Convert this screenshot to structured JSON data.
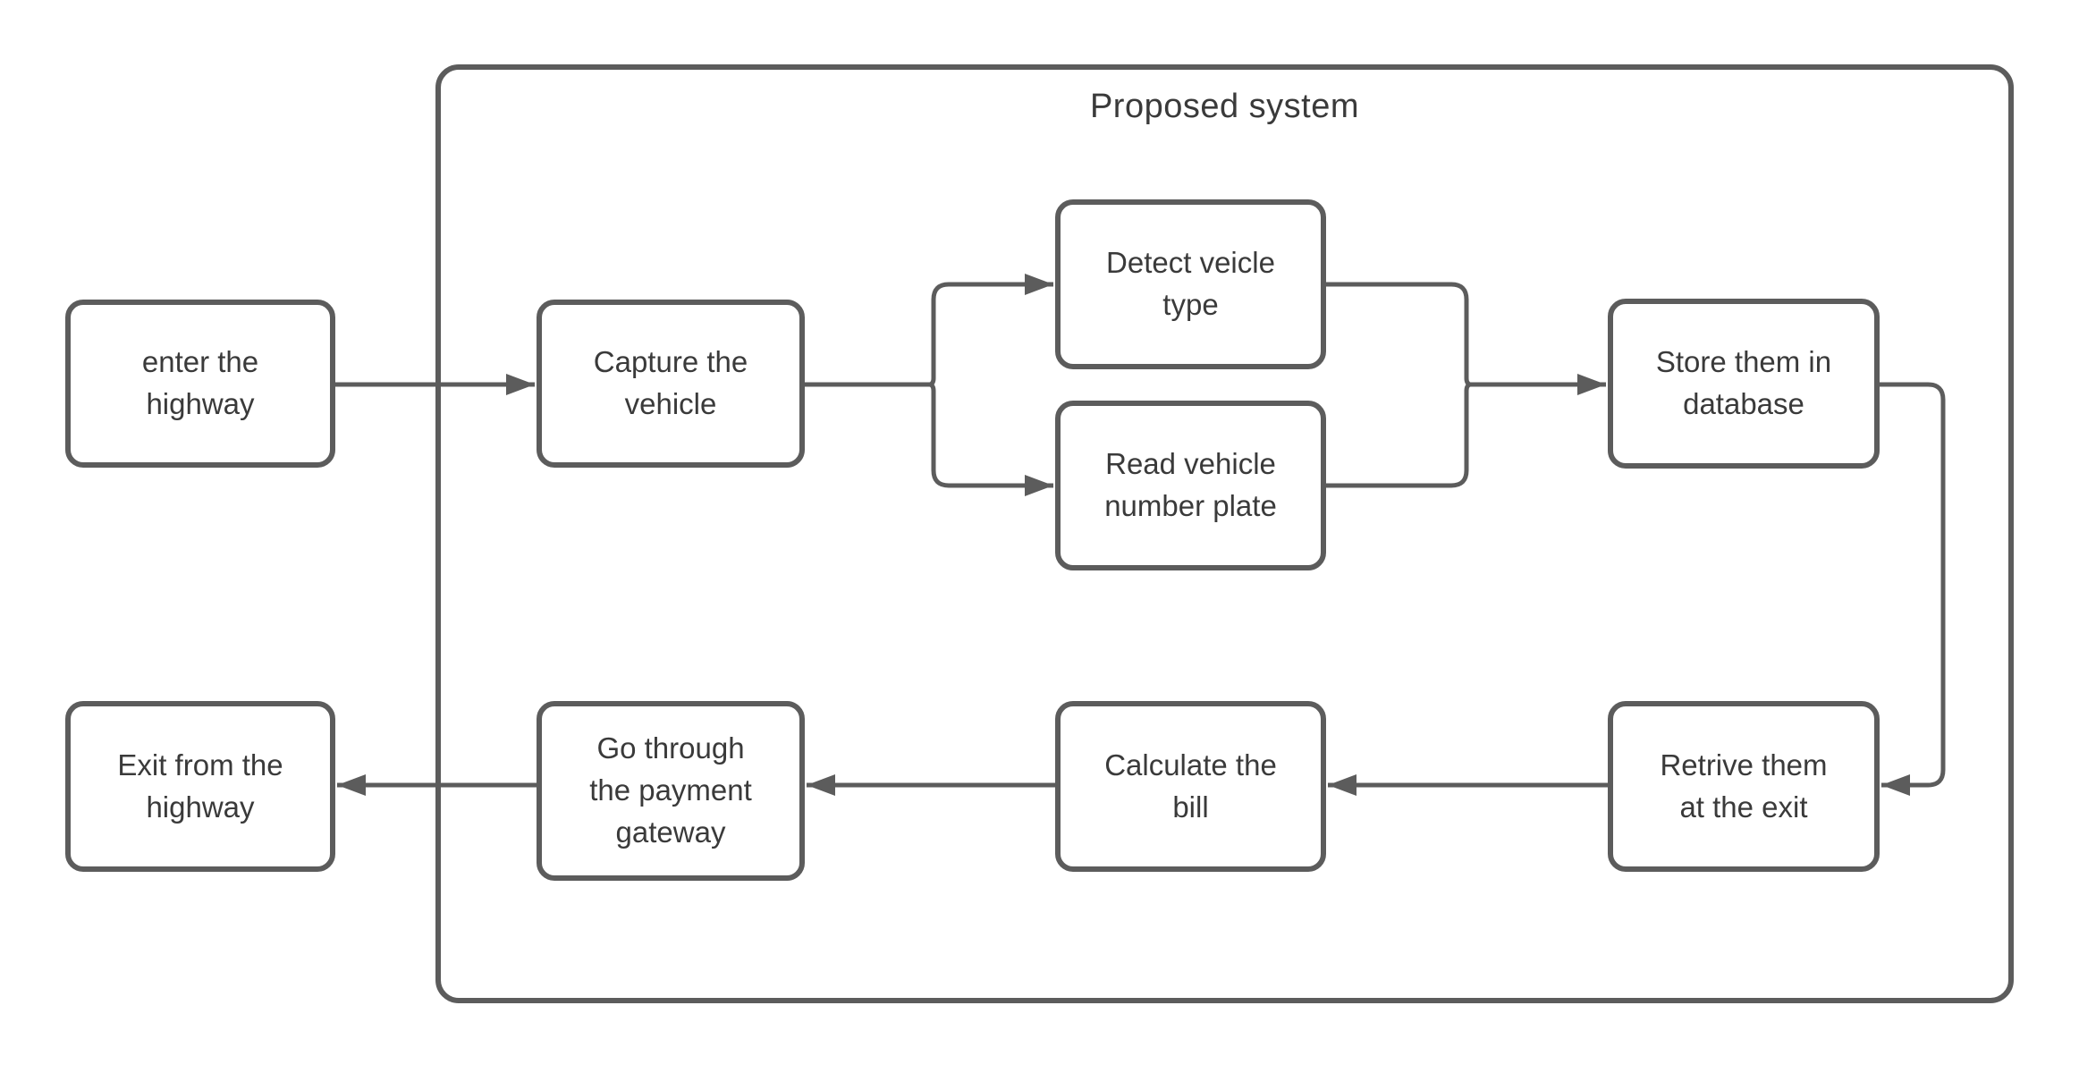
{
  "diagram": {
    "title": "Proposed system",
    "colors": {
      "stroke": "#5c5c5c",
      "text": "#3a3a3a",
      "background": "#ffffff"
    },
    "nodes": [
      {
        "id": "enter-the-highway",
        "label": "enter the\nhighway"
      },
      {
        "id": "capture-the-vehicle",
        "label": "Capture the\nvehicle"
      },
      {
        "id": "detect-vehicle-type",
        "label": "Detect veicle\ntype"
      },
      {
        "id": "read-vehicle-number-plate",
        "label": "Read vehicle\nnumber plate"
      },
      {
        "id": "store-them-in-database",
        "label": "Store them in\ndatabase"
      },
      {
        "id": "retrieve-them-at-the-exit",
        "label": "Retrive them\nat the exit"
      },
      {
        "id": "calculate-the-bill",
        "label": "Calculate the\nbill"
      },
      {
        "id": "payment-gateway",
        "label": "Go through\nthe payment\ngateway"
      },
      {
        "id": "exit-from-the-highway",
        "label": "Exit from the\nhighway"
      }
    ],
    "edges": [
      {
        "from": "enter-the-highway",
        "to": "capture-the-vehicle"
      },
      {
        "from": "capture-the-vehicle",
        "to": "detect-vehicle-type"
      },
      {
        "from": "capture-the-vehicle",
        "to": "read-vehicle-number-plate"
      },
      {
        "from": "detect-vehicle-type",
        "to": "store-them-in-database"
      },
      {
        "from": "read-vehicle-number-plate",
        "to": "store-them-in-database"
      },
      {
        "from": "store-them-in-database",
        "to": "retrieve-them-at-the-exit"
      },
      {
        "from": "retrieve-them-at-the-exit",
        "to": "calculate-the-bill"
      },
      {
        "from": "calculate-the-bill",
        "to": "payment-gateway"
      },
      {
        "from": "payment-gateway",
        "to": "exit-from-the-highway"
      }
    ]
  }
}
